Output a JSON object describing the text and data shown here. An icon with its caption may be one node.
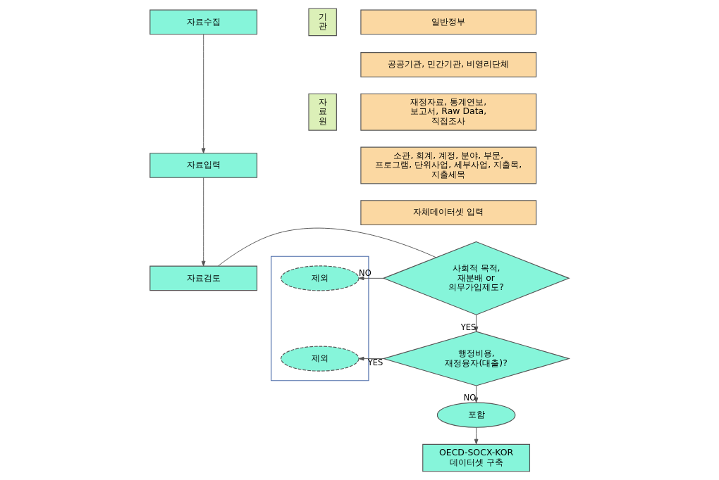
{
  "diagram": {
    "nodes": [
      {
        "text": [
          "자료수집"
        ]
      },
      {
        "text": [
          "자료입력"
        ]
      },
      {
        "text": [
          "자료검토"
        ]
      },
      {
        "text": [
          "기관"
        ]
      },
      {
        "text": [
          "일반정부"
        ]
      },
      {
        "text": [
          "공공기관, 민간기관, 비영리단체"
        ]
      },
      {
        "text": [
          "자료원"
        ]
      },
      {
        "text": [
          "재정자료, 통계연보, 보고서, Raw Data, 직접조사"
        ]
      },
      {
        "text": [
          "소관, 회계, 계정, 분야, 부문, 프로그램, 단위사업, 세부사업, 지출목, 지출세목"
        ]
      },
      {
        "text": [
          "자체데이터셋 입력"
        ]
      },
      {
        "text": [
          "사회적 목적, 재분배 or 의무가입제도?"
        ]
      },
      {
        "text": [
          "행정비용, 재정융자(대출)?"
        ]
      },
      {
        "text": [],
        "shape": "box"
      },
      {
        "text": [
          "제외"
        ],
        "in": 12
      },
      {
        "text": [
          "제외"
        ],
        "in": 12
      },
      {
        "text": [
          "포함"
        ]
      },
      {
        "text": [
          "OECD-SOCX-KOR 데이터셋 구축"
        ]
      }
    ],
    "edges": [
      {
        "from": 0,
        "to": 1,
        "arrow": "to"
      },
      {
        "from": 1,
        "to": 2,
        "arrow": "to"
      },
      {
        "from": 2,
        "to": 10,
        "arrow": "none"
      },
      {
        "from": 10,
        "to": 13,
        "arrow": "to",
        "label": "NO"
      },
      {
        "from": 10,
        "to": 11,
        "arrow": "to",
        "label": "YES"
      },
      {
        "from": 11,
        "to": 14,
        "arrow": "to",
        "label": "YES"
      },
      {
        "from": 11,
        "to": 15,
        "arrow": "to",
        "label": "NO"
      },
      {
        "from": 15,
        "to": 16,
        "arrow": "to"
      }
    ]
  }
}
